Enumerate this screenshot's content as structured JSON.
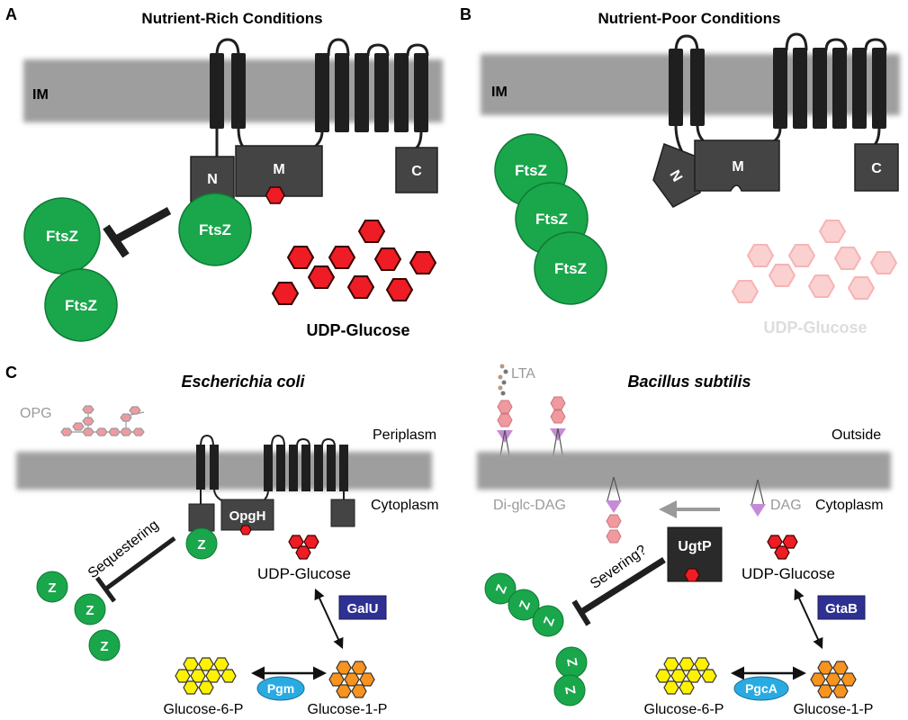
{
  "panels": {
    "a": {
      "letter": "A",
      "title": "Nutrient-Rich Conditions",
      "membrane_label": "IM",
      "domain_n": "N",
      "domain_m": "M",
      "domain_c": "C",
      "ftsz_labels": [
        "FtsZ",
        "FtsZ",
        "FtsZ"
      ],
      "metabolite_label": "UDP-Glucose"
    },
    "b": {
      "letter": "B",
      "title": "Nutrient-Poor Conditions",
      "membrane_label": "IM",
      "domain_n": "N",
      "domain_m": "M",
      "domain_c": "C",
      "ftsz_labels": [
        "FtsZ",
        "FtsZ",
        "FtsZ"
      ],
      "metabolite_label": "UDP-Glucose"
    },
    "c": {
      "letter": "C",
      "ecoli": {
        "title": "Escherichia coli",
        "opg_label": "OPG",
        "periplasm_label": "Periplasm",
        "cytoplasm_label": "Cytoplasm",
        "protein_label": "OpgH",
        "z_labels": [
          "Z",
          "Z",
          "Z",
          "Z"
        ],
        "inhibition_label": "Sequestering",
        "udp_label": "UDP-Glucose",
        "enzyme_1": "GalU",
        "enzyme_2": "Pgm",
        "g6p_label": "Glucose-6-P",
        "g1p_label": "Glucose-1-P"
      },
      "bsubtilis": {
        "title": "Bacillus subtilis",
        "lta_label": "LTA",
        "outside_label": "Outside",
        "cytoplasm_label": "Cytoplasm",
        "diglc_label": "Di-glc-DAG",
        "dag_label": "DAG",
        "protein_label": "UgtP",
        "z_labels": [
          "Z",
          "Z",
          "Z",
          "Z",
          "Z"
        ],
        "inhibition_label": "Severing?",
        "udp_label": "UDP-Glucose",
        "enzyme_1": "GtaB",
        "enzyme_2": "PgcA",
        "g6p_label": "Glucose-6-P",
        "g1p_label": "Glucose-1-P"
      }
    }
  },
  "colors": {
    "membrane": "#9e9e9e",
    "protein": "#444444",
    "helix": "#1f1f1f",
    "ftsz": "#1aa64b",
    "udp_glucose": "#ee1c24",
    "opg_sugar": "#f09aa0",
    "enzyme_box": "#2e3192",
    "pgm_oval": "#29abe2",
    "g6p": "#fff200",
    "g1p": "#f7941d",
    "gray_text": "#9a9a9a",
    "faded_text": "#dddddd",
    "dag_triangle": "#c58ad8"
  }
}
